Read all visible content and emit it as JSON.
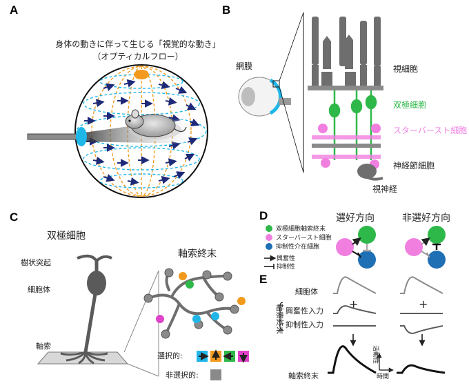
{
  "panels": {
    "a": {
      "label": "A",
      "title_line1": "身体の動きに伴って生じる「視覚的な動き」",
      "title_line2": "（オプティカルフロー）"
    },
    "b": {
      "label": "B",
      "retina": "網膜",
      "photoreceptor": "視細胞",
      "bipolar": "双極細胞",
      "starburst": "スターバースト細胞",
      "ganglion": "神経節細胞",
      "optic_nerve": "視神経"
    },
    "c": {
      "label": "C",
      "bipolar_title": "双極細胞",
      "dendrite": "樹状突起",
      "soma": "細胞体",
      "axon": "軸索",
      "terminal_title": "軸索終末",
      "selective": "選択的:",
      "nonselective": "非選択的:"
    },
    "d": {
      "label": "D",
      "preferred": "選好方向",
      "null": "非選好方向",
      "legend": [
        "双極細胞軸索終末",
        "スターバースト細胞",
        "抑制性介在細胞"
      ],
      "excitatory": "興奮性",
      "inhibitory": "抑制性"
    },
    "e": {
      "label": "E",
      "soma": "細胞体",
      "axon_terminal_group": "軸索終末",
      "exc_input": "興奮性入力",
      "inh_input": "抑制性入力",
      "terminal": "軸索終末",
      "activity": "活動性",
      "time": "時間",
      "plus": "+"
    }
  },
  "colors": {
    "green": "#2fb84a",
    "pink": "#f07fe0",
    "blue": "#1f6fb5",
    "orange": "#f29a1e",
    "cyan": "#1fb6e8",
    "gray": "#8a8a8a",
    "darkgray": "#5a5a5a"
  }
}
